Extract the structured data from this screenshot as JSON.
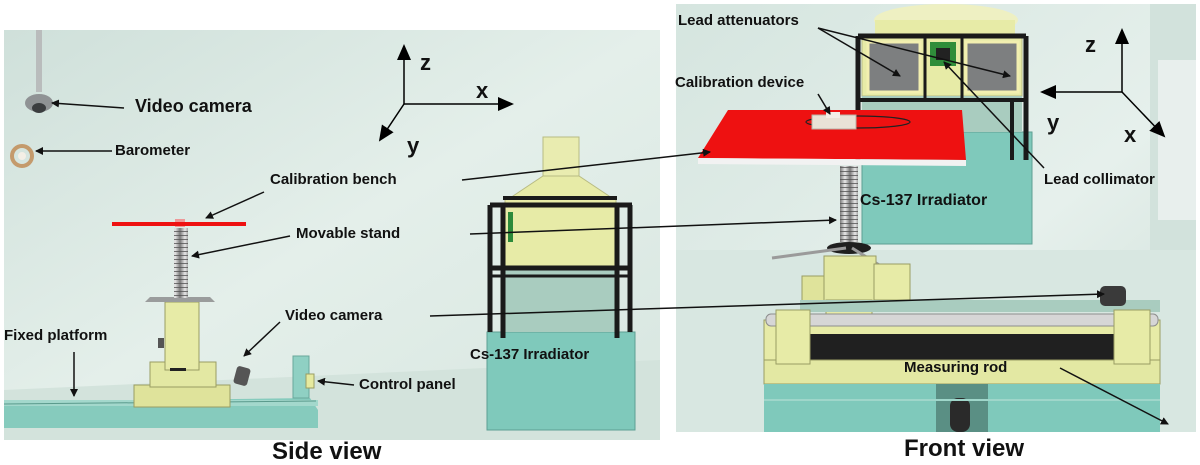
{
  "side_view": {
    "caption": "Side view",
    "labels": {
      "video_camera_top": "Video  camera",
      "barometer": "Barometer",
      "calibration_bench": "Calibration bench",
      "movable_stand": "Movable stand",
      "video_camera_bottom": "Video  camera",
      "fixed_platform": "Fixed platform",
      "control_panel": "Control panel",
      "irradiator": "Cs-137 Irradiator"
    },
    "axes": {
      "z": "z",
      "x": "x",
      "y": "y"
    }
  },
  "front_view": {
    "caption": "Front view",
    "labels": {
      "lead_attenuators": "Lead attenuators",
      "calibration_device": "Calibration device",
      "lead_collimator": "Lead collimator",
      "irradiator": "Cs-137  Irradiator",
      "measuring_rod": "Measuring rod"
    },
    "axes": {
      "z": "z",
      "y": "y",
      "x": "x"
    }
  },
  "colors": {
    "room_wall": "#dbe9e3",
    "platform_teal": "#7fc9bb",
    "stand_cream": "#e7eba7",
    "bench_red": "#ee1111",
    "frame_black": "#1a1a1a"
  }
}
